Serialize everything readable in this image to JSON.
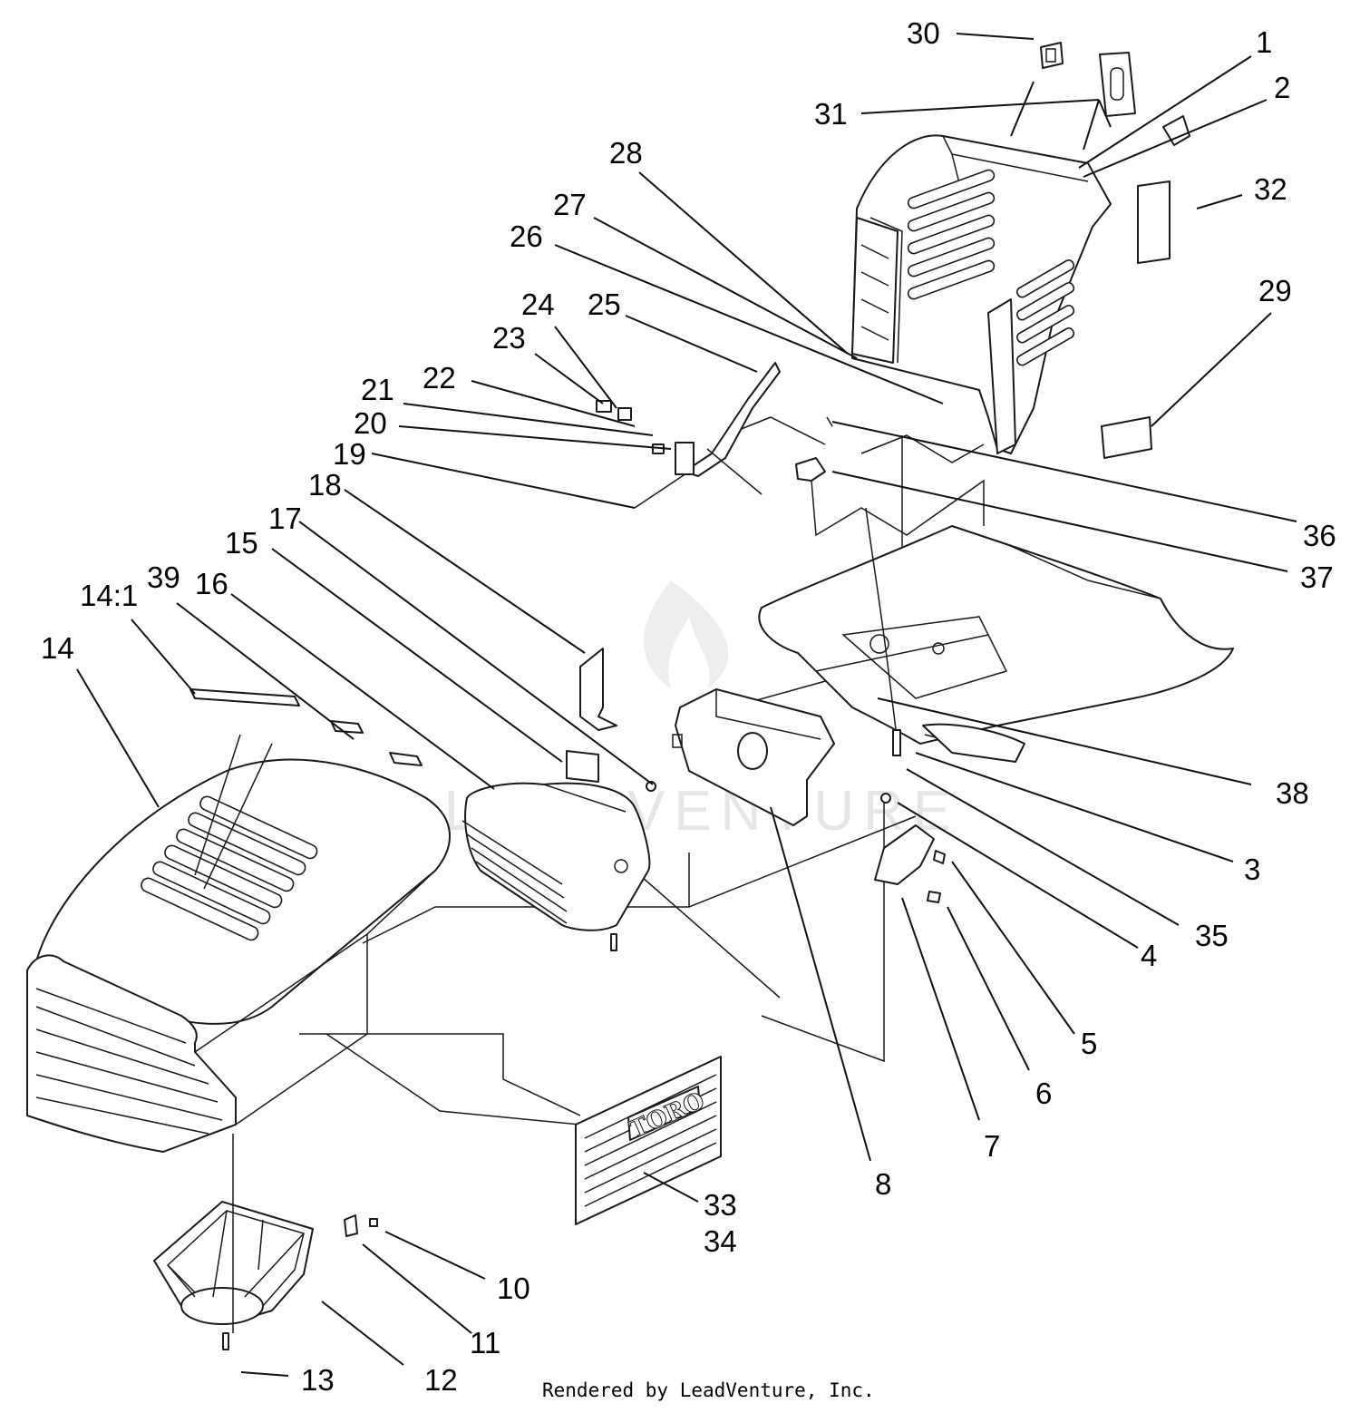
{
  "watermark": "LEADVENTURE",
  "footer": "Rendered by LeadVenture, Inc.",
  "toro_logo_text": "TORO",
  "callouts": {
    "c1": "1",
    "c2": "2",
    "c3": "3",
    "c4": "4",
    "c5": "5",
    "c6": "6",
    "c7": "7",
    "c8": "8",
    "c10": "10",
    "c11": "11",
    "c12": "12",
    "c13": "13",
    "c14": "14",
    "c14_1": "14:1",
    "c15": "15",
    "c16": "16",
    "c17": "17",
    "c18": "18",
    "c19": "19",
    "c20": "20",
    "c21": "21",
    "c22": "22",
    "c23": "23",
    "c24": "24",
    "c25": "25",
    "c26": "26",
    "c27": "27",
    "c28": "28",
    "c29": "29",
    "c30": "30",
    "c31": "31",
    "c32": "32",
    "c33": "33",
    "c34": "34",
    "c35": "35",
    "c36": "36",
    "c37": "37",
    "c38": "38",
    "c39": "39"
  }
}
